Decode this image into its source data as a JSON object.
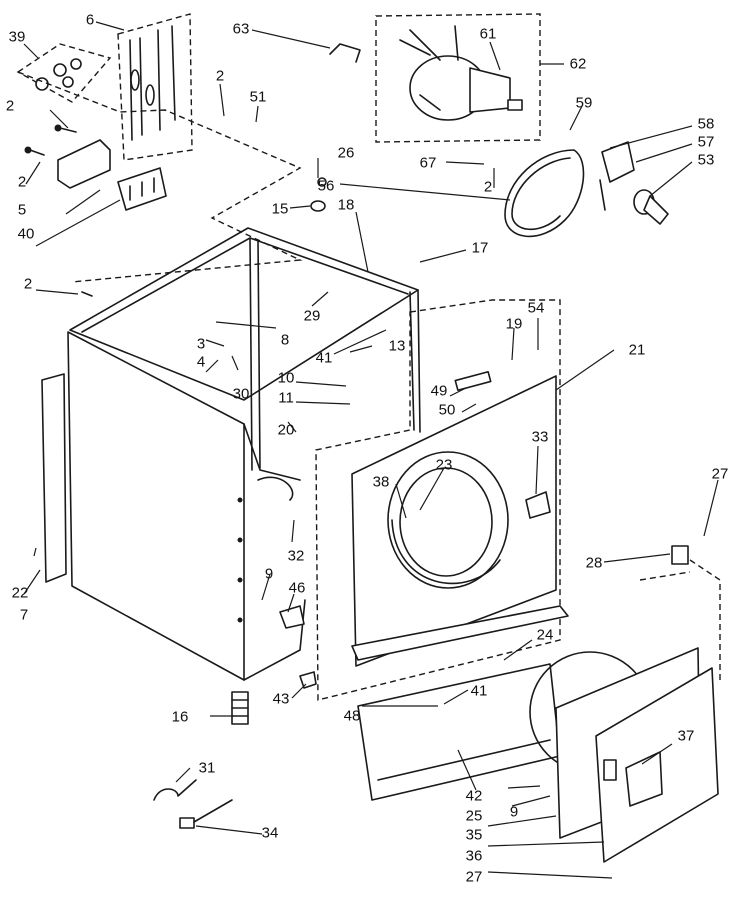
{
  "callouts": [
    {
      "text": "39"
    },
    {
      "text": "6"
    },
    {
      "text": "63"
    },
    {
      "text": "61"
    },
    {
      "text": "62"
    },
    {
      "text": "2"
    },
    {
      "text": "2"
    },
    {
      "text": "51"
    },
    {
      "text": "59"
    },
    {
      "text": "58"
    },
    {
      "text": "57"
    },
    {
      "text": "53"
    },
    {
      "text": "26"
    },
    {
      "text": "67"
    },
    {
      "text": "2"
    },
    {
      "text": "2"
    },
    {
      "text": "56"
    },
    {
      "text": "5"
    },
    {
      "text": "15"
    },
    {
      "text": "18"
    },
    {
      "text": "40"
    },
    {
      "text": "17"
    },
    {
      "text": "2"
    },
    {
      "text": "29"
    },
    {
      "text": "8"
    },
    {
      "text": "3"
    },
    {
      "text": "41"
    },
    {
      "text": "13"
    },
    {
      "text": "54"
    },
    {
      "text": "19"
    },
    {
      "text": "21"
    },
    {
      "text": "4"
    },
    {
      "text": "30"
    },
    {
      "text": "10"
    },
    {
      "text": "49"
    },
    {
      "text": "11"
    },
    {
      "text": "50"
    },
    {
      "text": "20"
    },
    {
      "text": "33"
    },
    {
      "text": "23"
    },
    {
      "text": "38"
    },
    {
      "text": "27"
    },
    {
      "text": "32"
    },
    {
      "text": "28"
    },
    {
      "text": "22"
    },
    {
      "text": "9"
    },
    {
      "text": "7"
    },
    {
      "text": "46"
    },
    {
      "text": "24"
    },
    {
      "text": "16"
    },
    {
      "text": "43"
    },
    {
      "text": "41"
    },
    {
      "text": "48"
    },
    {
      "text": "37"
    },
    {
      "text": "31"
    },
    {
      "text": "42"
    },
    {
      "text": "25"
    },
    {
      "text": "9"
    },
    {
      "text": "34"
    },
    {
      "text": "35"
    },
    {
      "text": "36"
    },
    {
      "text": "27"
    }
  ]
}
